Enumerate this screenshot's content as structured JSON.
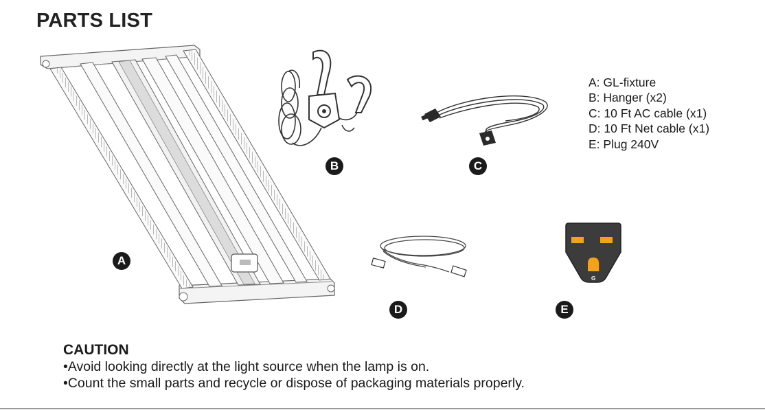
{
  "page": {
    "title": "PARTS LIST"
  },
  "parts": [
    {
      "letter": "A",
      "description": "A: GL-fixture",
      "icon": "fixture-illustration"
    },
    {
      "letter": "B",
      "description": "B: Hanger (x2)",
      "icon": "hanger-illustration"
    },
    {
      "letter": "C",
      "description": "C: 10 Ft AC cable (x1)",
      "icon": "ac-cable-illustration"
    },
    {
      "letter": "D",
      "description": "D: 10 Ft Net cable (x1)",
      "icon": "net-cable-illustration"
    },
    {
      "letter": "E",
      "description": "E: Plug 240V",
      "icon": "plug-illustration"
    }
  ],
  "plug": {
    "pin_label": "G",
    "pin_color": "#f2a21b",
    "body_color": "#3c3c3c"
  },
  "caution": {
    "title": "CAUTION",
    "items": [
      "•Avoid looking directly at the light source when the lamp is on.",
      "•Count the small parts and recycle or dispose of packaging materials properly."
    ]
  }
}
